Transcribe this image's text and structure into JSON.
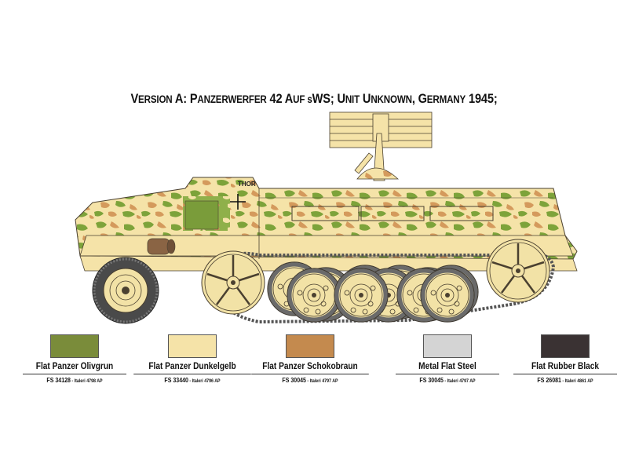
{
  "title": {
    "prefix": "Version",
    "text": "Version  A: Panzerwerfer 42 Auf sWS; Unit Unknown, Germany 1945;",
    "parts": [
      "V",
      "ERSION",
      "  A: P",
      "ANZERWERFER",
      " 42 A",
      "UF",
      " s",
      "WS; U",
      "NIT",
      " U",
      "NKNOWN",
      ", G",
      "ERMANY",
      " 1945;"
    ]
  },
  "vehicle": {
    "name": "Panzerwerfer 42 auf sWS half-track",
    "marking": "THOR",
    "insignia": "balkenkreuz"
  },
  "colors": {
    "olive": "#7a8c3a",
    "sand": "#f5e3a8",
    "brown": "#c48a4e",
    "steel": "#d4d4d4",
    "black": "#3a3233",
    "outline": "#4a4030"
  },
  "swatches": [
    {
      "name": "Flat Panzer Olivgrun",
      "fs": "FS 34128",
      "italeri": " - Italeri 4798 AP",
      "color": "#7a8c3a"
    },
    {
      "name": "Flat Panzer Dunkelgelb",
      "fs": "FS 33440",
      "italeri": " - Italeri 4796 AP",
      "color": "#f5e3a8"
    },
    {
      "name": "Flat Panzer Schokobraun",
      "fs": "FS 30045",
      "italeri": " - Italeri 4797 AP",
      "color": "#c48a4e"
    },
    {
      "name": "Metal Flat Steel",
      "fs": "FS 30045",
      "italeri": " - Italeri 4797 AP",
      "color": "#d4d4d4"
    },
    {
      "name": "Flat Rubber Black",
      "fs": "FS 26081",
      "italeri": " - Italeri 4861 AP",
      "color": "#3a3233"
    }
  ]
}
